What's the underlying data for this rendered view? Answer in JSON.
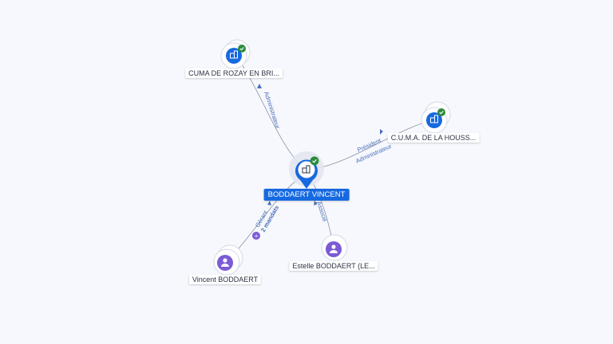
{
  "colors": {
    "company": "#1769e0",
    "person": "#7b5bd6",
    "check": "#2e8b3e",
    "edge": "#8a93a6",
    "edge_label": "#4a6fb8",
    "background": "#f6f8fd"
  },
  "nodes": {
    "center": {
      "label": "BODDAERT VINCENT",
      "icon": "building-icon",
      "verified": true
    },
    "cuma_rozay": {
      "label": "CUMA DE ROZAY EN BRI...",
      "icon": "building-icon",
      "verified": true
    },
    "cuma_houss": {
      "label": "C.U.M.A. DE LA HOUSS...",
      "icon": "building-icon",
      "verified": true
    },
    "vincent": {
      "label": "Vincent BODDAERT",
      "icon": "person-icon"
    },
    "estelle": {
      "label": "Estelle BODDAERT (LE..."
    }
  },
  "edges": {
    "rozay": {
      "label": "Administrateur"
    },
    "houss": {
      "label1": "Président",
      "label2": "Administrateur"
    },
    "vincent": {
      "label1": "Gérant",
      "label2": "2 mandats"
    },
    "estelle": {
      "label": "Associé"
    }
  }
}
